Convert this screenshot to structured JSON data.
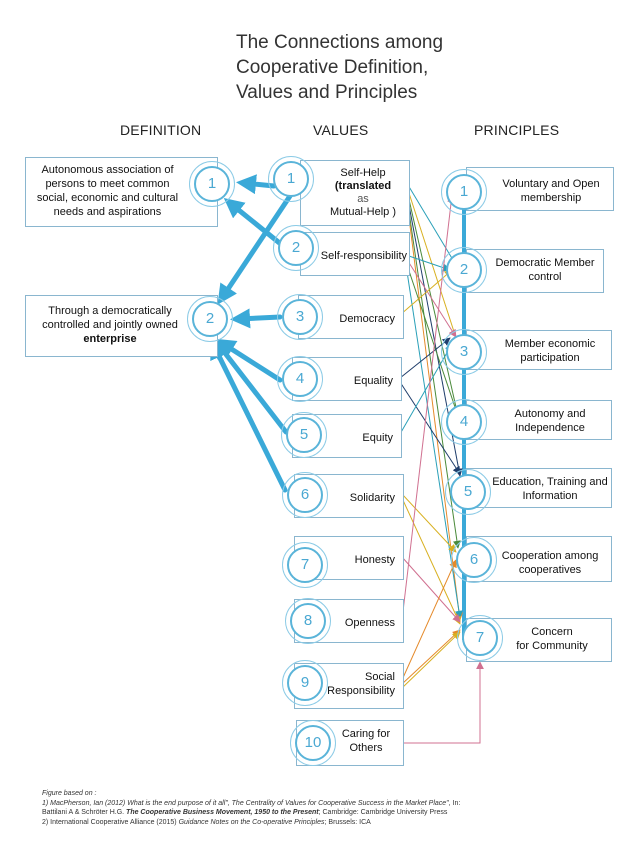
{
  "title": [
    "The Connections among",
    "Cooperative Definition,",
    "Values and Principles"
  ],
  "headers": {
    "definition": "DEFINITION",
    "values": "VALUES",
    "principles": "PRINCIPLES"
  },
  "definitions": [
    {
      "num": "1",
      "text": "Autonomous association of persons to meet common social, economic and cultural needs and aspirations"
    },
    {
      "num": "2",
      "text_main": "Through a democratically controlled and jointly owned",
      "text_bold": "enterprise"
    }
  ],
  "values": [
    {
      "num": "1",
      "line1": "Self-Help",
      "line2": "(translated",
      "line3": "as",
      "line4": "Mutual-Help )"
    },
    {
      "num": "2",
      "label": "Self-responsibility"
    },
    {
      "num": "3",
      "label": "Democracy"
    },
    {
      "num": "4",
      "label": "Equality"
    },
    {
      "num": "5",
      "label": "Equity"
    },
    {
      "num": "6",
      "label": "Solidarity"
    },
    {
      "num": "7",
      "label": "Honesty"
    },
    {
      "num": "8",
      "label": "Openness"
    },
    {
      "num": "9",
      "line1": "Social",
      "line2": "Responsibility"
    },
    {
      "num": "10",
      "line1": "Caring for",
      "line2": "Others"
    }
  ],
  "principles": [
    {
      "num": "1",
      "line1": "Voluntary and Open",
      "line2": "membership"
    },
    {
      "num": "2",
      "line1": "Democratic Member",
      "line2": "control"
    },
    {
      "num": "3",
      "line1": "Member economic",
      "line2": "participation"
    },
    {
      "num": "4",
      "line1": "Autonomy and",
      "line2": "Independence"
    },
    {
      "num": "5",
      "line1": "Education, Training and",
      "line2": "Information"
    },
    {
      "num": "6",
      "line1": "Cooperation among",
      "line2": "cooperatives"
    },
    {
      "num": "7",
      "line1": "Concern",
      "line2": "for Community"
    }
  ],
  "footer": {
    "intro": "Figure based on :",
    "ref1_a": "1) MacPherson, Ian (2012)",
    "ref1_b": "What is the end purpose of it all\", The Centrality of Values for Cooperative Success in the Market Place\"",
    "ref1_c": ", In:",
    "ref1_d": "Battilani A & Schröter H.G.",
    "ref1_e": "The Cooperative Business Movement, 1950 to the Present",
    "ref1_f": "; Cambridge: Cambridge University Press",
    "ref2_a": "2) International Cooperative Alliance (2015)",
    "ref2_b": "Guidance Notes on the Co-operative Principles",
    "ref2_c": "; Brussels: ICA"
  },
  "colors": {
    "accent": "#3aa9d8",
    "ring": "#5ab4d9"
  }
}
